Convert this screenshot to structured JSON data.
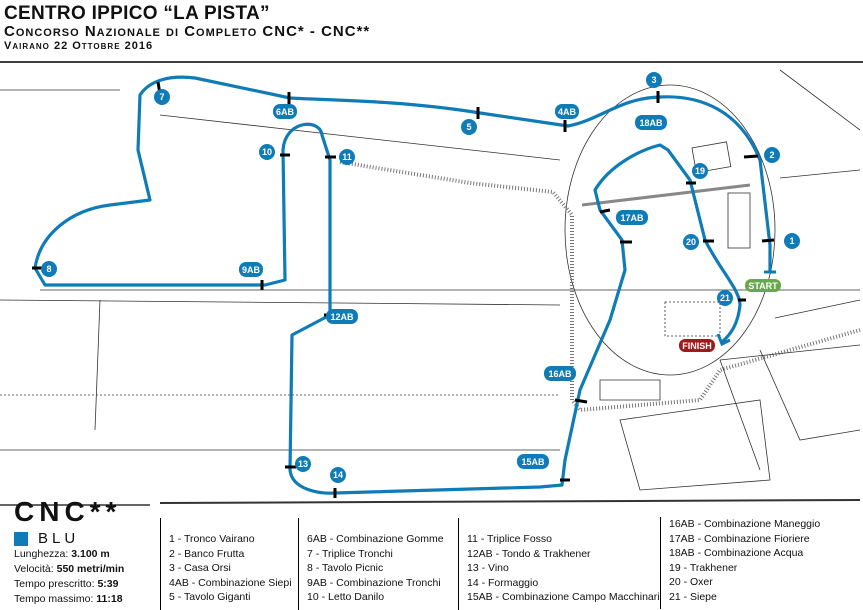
{
  "header": {
    "title": "CENTRO IPPICO “LA PISTA”",
    "subtitle": "Concorso Nazionale di Completo CNC* - CNC**",
    "date": "Vairano 22 Ottobre 2016"
  },
  "course": {
    "class": "CNC**",
    "color_name": "BLU",
    "color": "#0f7bb7",
    "length_label": "Lunghezza: ",
    "length": "3.100 m",
    "speed_label": "Velocità: ",
    "speed": "550 metri/min",
    "time_label": "Tempo prescritto: ",
    "time": "5:39",
    "max_label": "Tempo massimo: ",
    "max": "11:18"
  },
  "markers": {
    "start": "START",
    "finish": "FINISH"
  },
  "jumps": [
    "1",
    "2",
    "3",
    "4AB",
    "5",
    "6AB",
    "7",
    "8",
    "9AB",
    "10",
    "11",
    "12AB",
    "13",
    "14",
    "15AB",
    "16AB",
    "17AB",
    "18AB",
    "19",
    "20",
    "21"
  ],
  "legend": [
    [
      "1 - Tronco Vairano",
      "2 - Banco Frutta",
      "3 - Casa Orsi",
      "4AB - Combinazione Siepi",
      "5 - Tavolo Giganti"
    ],
    [
      "6AB - Combinazione Gomme",
      "7 - Triplice Tronchi",
      "8 - Tavolo Picnic",
      "9AB - Combinazione Tronchi",
      "10 - Letto Danilo"
    ],
    [
      "11 - Triplice Fosso",
      "12AB - Tondo & Trakhener",
      "13 - Vino",
      "14 - Formaggio",
      "15AB - Combinazione Campo Macchinari"
    ],
    [
      "16AB - Combinazione Maneggio",
      "17AB - Combinazione Fioriere",
      "18AB - Combinazione Acqua",
      "19 - Trakhener",
      "20 - Oxer",
      "21 - Siepe"
    ]
  ]
}
